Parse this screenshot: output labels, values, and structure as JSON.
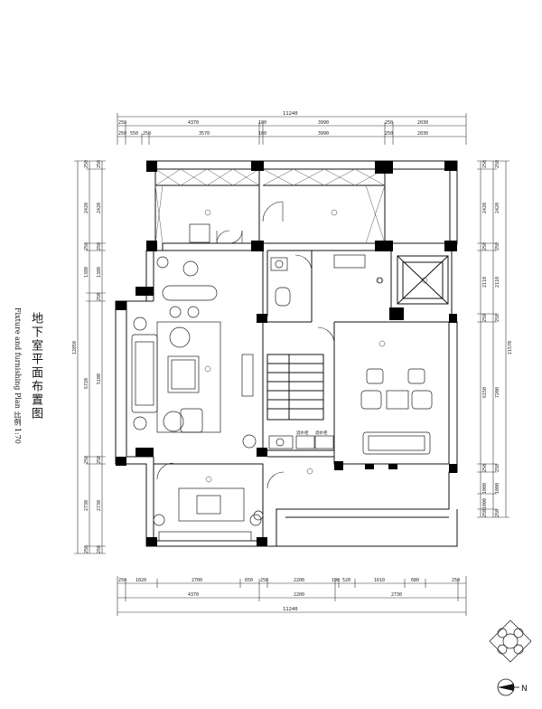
{
  "title": {
    "main": "地下室平面布置图",
    "sub": "Fixture and furnishing Plan  比例 1:70"
  },
  "dimensions": {
    "top_total": "11240",
    "top_row1": [
      "250",
      "4370",
      "100",
      "3990",
      "250",
      "2030"
    ],
    "top_row2": [
      "250",
      "550",
      "250",
      "3570",
      "100",
      "3990",
      "250",
      "2030"
    ],
    "bottom_row1": [
      "250",
      "1020",
      "2700",
      "650",
      "250",
      "2200",
      "100",
      "520",
      "1610",
      "680",
      "250"
    ],
    "bottom_row2": [
      "4370",
      "2200",
      "2730"
    ],
    "bottom_total": "11240",
    "left_outer": "12850",
    "left_mid": [
      "250",
      "2420",
      "250",
      "1380",
      "6720",
      "250",
      "2730",
      "250"
    ],
    "left_inner": [
      "250",
      "2420",
      "250",
      "1380",
      "250",
      "5100",
      "250",
      "2730",
      "250"
    ],
    "right_outer": "11570",
    "right_mid": [
      "250",
      "2420",
      "250",
      "2110",
      "250",
      "7200",
      "250",
      "1000",
      "250"
    ],
    "right_inner": [
      "250",
      "2420",
      "250",
      "2110",
      "250",
      "6150",
      "250",
      "1000",
      "1000",
      "250"
    ]
  },
  "fixtures": {
    "label_a": "酒水柜",
    "label_b": "酒水柜"
  },
  "compass": {
    "north": "N"
  },
  "colors": {
    "line": "#111111",
    "wall": "#000000",
    "dim": "#333333"
  }
}
